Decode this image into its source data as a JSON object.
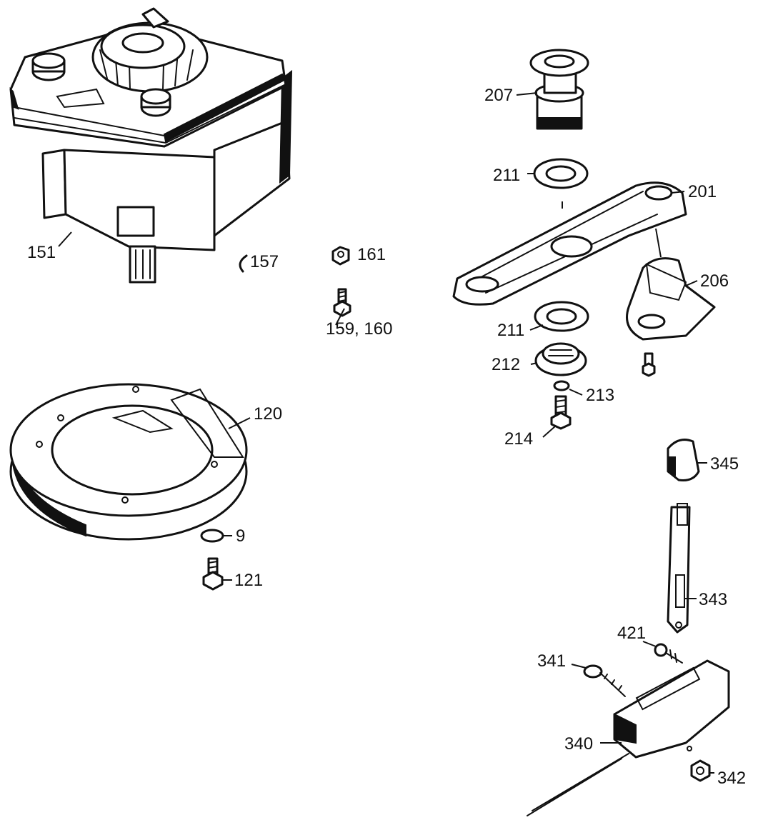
{
  "diagram": {
    "callouts": [
      {
        "id": "151",
        "text": "151"
      },
      {
        "id": "157",
        "text": "157"
      },
      {
        "id": "161",
        "text": "161"
      },
      {
        "id": "159-160",
        "text": "159, 160"
      },
      {
        "id": "120",
        "text": "120"
      },
      {
        "id": "9",
        "text": "9"
      },
      {
        "id": "121",
        "text": "121"
      },
      {
        "id": "207",
        "text": "207"
      },
      {
        "id": "211-upper",
        "text": "211"
      },
      {
        "id": "201",
        "text": "201"
      },
      {
        "id": "206",
        "text": "206"
      },
      {
        "id": "211-lower",
        "text": "211"
      },
      {
        "id": "212",
        "text": "212"
      },
      {
        "id": "213",
        "text": "213"
      },
      {
        "id": "214",
        "text": "214"
      },
      {
        "id": "345",
        "text": "345"
      },
      {
        "id": "343",
        "text": "343"
      },
      {
        "id": "421",
        "text": "421"
      },
      {
        "id": "341",
        "text": "341"
      },
      {
        "id": "340",
        "text": "340"
      },
      {
        "id": "342",
        "text": "342"
      }
    ]
  }
}
